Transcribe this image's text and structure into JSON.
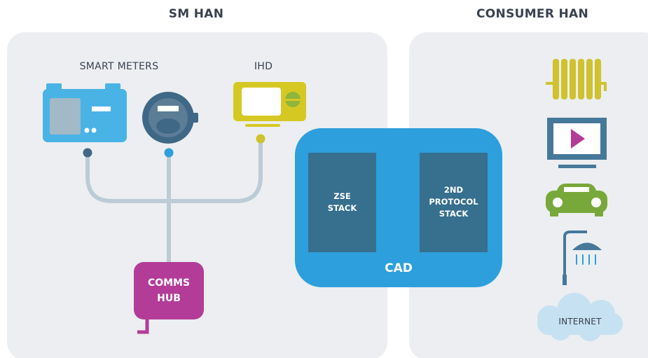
{
  "sm_han": {
    "title": "SM HAN",
    "smart_meters_label": "SMART METERS",
    "ihd_label": "IHD",
    "comms_hub": {
      "line1": "COMMS",
      "line2": "HUB"
    }
  },
  "cad": {
    "label": "CAD",
    "stack1": {
      "line1": "ZSE",
      "line2": "STACK"
    },
    "stack2": {
      "line1": "2ND",
      "line2": "PROTOCOL",
      "line3": "STACK"
    }
  },
  "consumer_han": {
    "title": "CONSUMER HAN",
    "devices": [
      "radiator-icon",
      "tv-icon",
      "car-icon",
      "shower-icon",
      "internet-cloud-icon"
    ],
    "internet_label": "INTERNET"
  },
  "colors": {
    "panel_bg": "#eceef1",
    "meter_blue": "#4ab3e6",
    "meter_gray": "#5b7a92",
    "ihd_yellow": "#d6c823",
    "wire": "#bccbd6",
    "hub_magenta": "#b33c98",
    "cad_blue": "#2d9fdc",
    "stack_navy": "#376f8e",
    "device_yellow": "#cfc22c",
    "device_navy": "#46789a",
    "play_magenta": "#b33c98",
    "car_green": "#79a83a",
    "cloud_blue": "#c6e1f2"
  }
}
